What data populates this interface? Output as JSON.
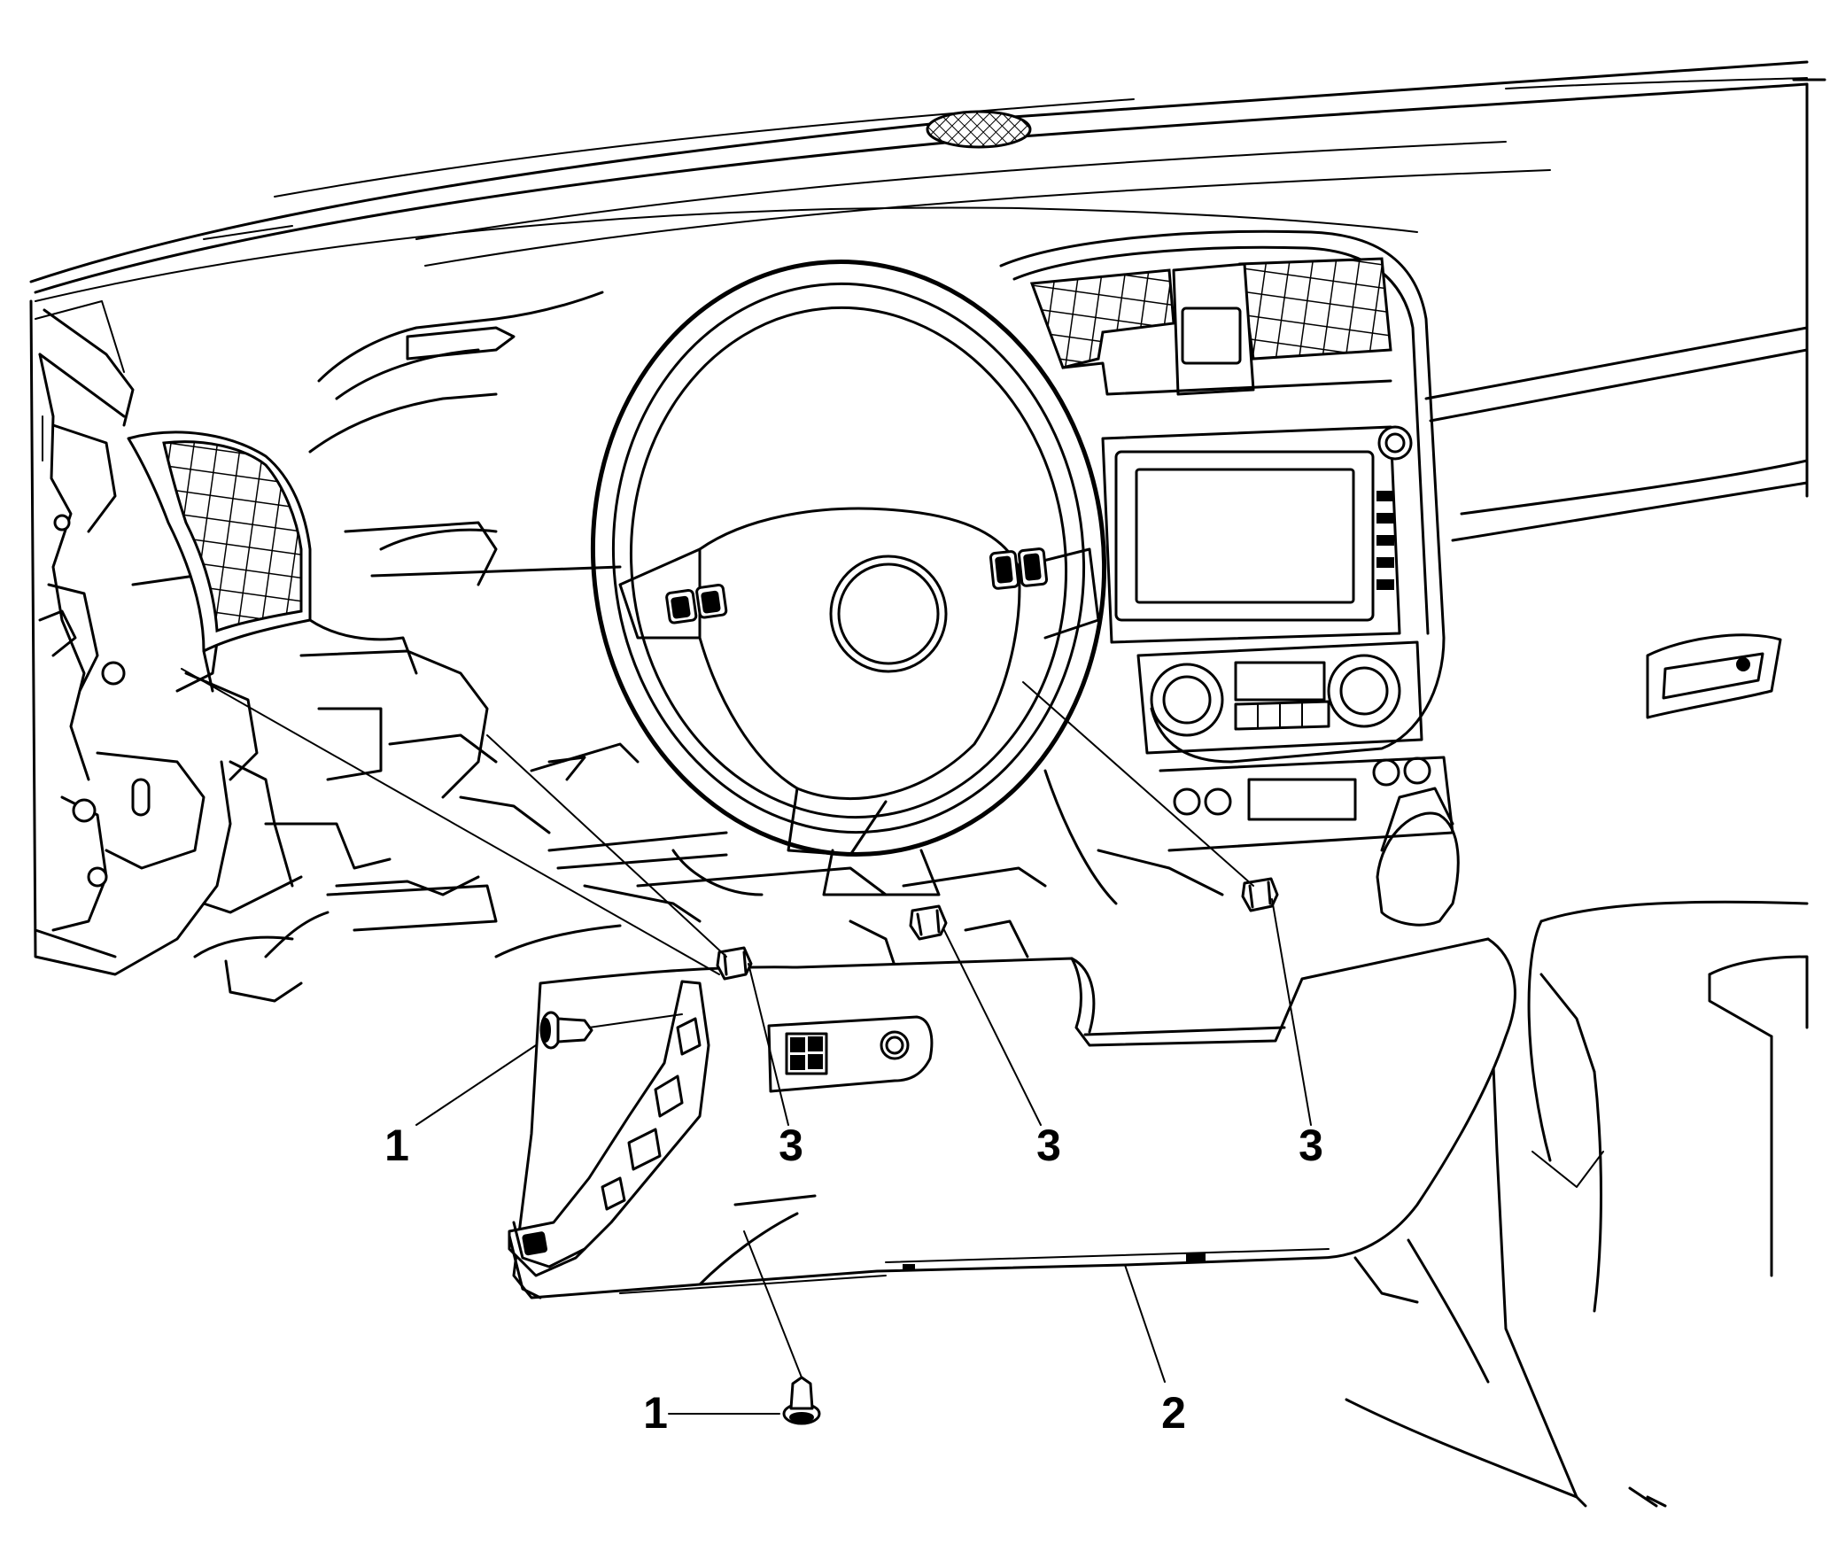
{
  "diagram": {
    "callouts": [
      {
        "id": "c1a",
        "label": "1"
      },
      {
        "id": "c1b",
        "label": "1"
      },
      {
        "id": "c2",
        "label": "2"
      },
      {
        "id": "c3a",
        "label": "3"
      },
      {
        "id": "c3b",
        "label": "3"
      },
      {
        "id": "c3c",
        "label": "3"
      }
    ]
  }
}
